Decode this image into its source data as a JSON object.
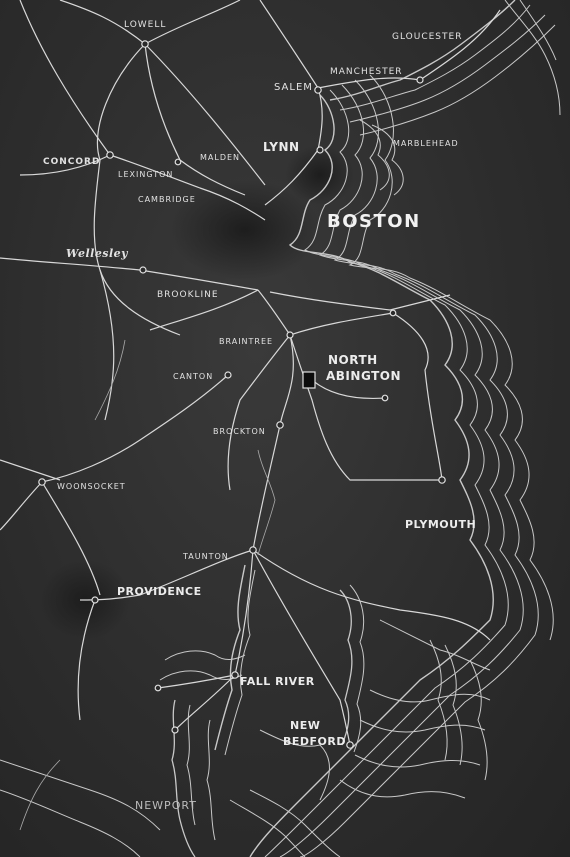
{
  "map": {
    "colors": {
      "land": "#2e2e2e",
      "lines": "#d0d0d0",
      "text": "#e2e2e2",
      "marker": "#0c0c0c"
    },
    "places": {
      "lowell": "LOWELL",
      "gloucester": "GLOUCESTER",
      "salem": "SALEM",
      "manchester": "MANCHESTER",
      "lynn": "LYNN",
      "marblehead": "MARBLEHEAD",
      "concord": "CONCORD",
      "lexington": "LEXINGTON",
      "malden": "MALDEN",
      "cambridge": "CAMBRIDGE",
      "boston": "BOSTON",
      "wellesley": "Wellesley",
      "brookline": "BROOKLINE",
      "braintree": "BRAINTREE",
      "north": "NORTH",
      "abington": "ABINGTON",
      "canton": "CANTON",
      "brockton": "BROCKTON",
      "woonsocket": "WOONSOCKET",
      "plymouth": "PLYMOUTH",
      "taunton": "TAUNTON",
      "providence": "PROVIDENCE",
      "fall_river": "FALL RIVER",
      "new": "NEW",
      "bedford": "BEDFORD",
      "newport": "NEWPORT"
    }
  }
}
